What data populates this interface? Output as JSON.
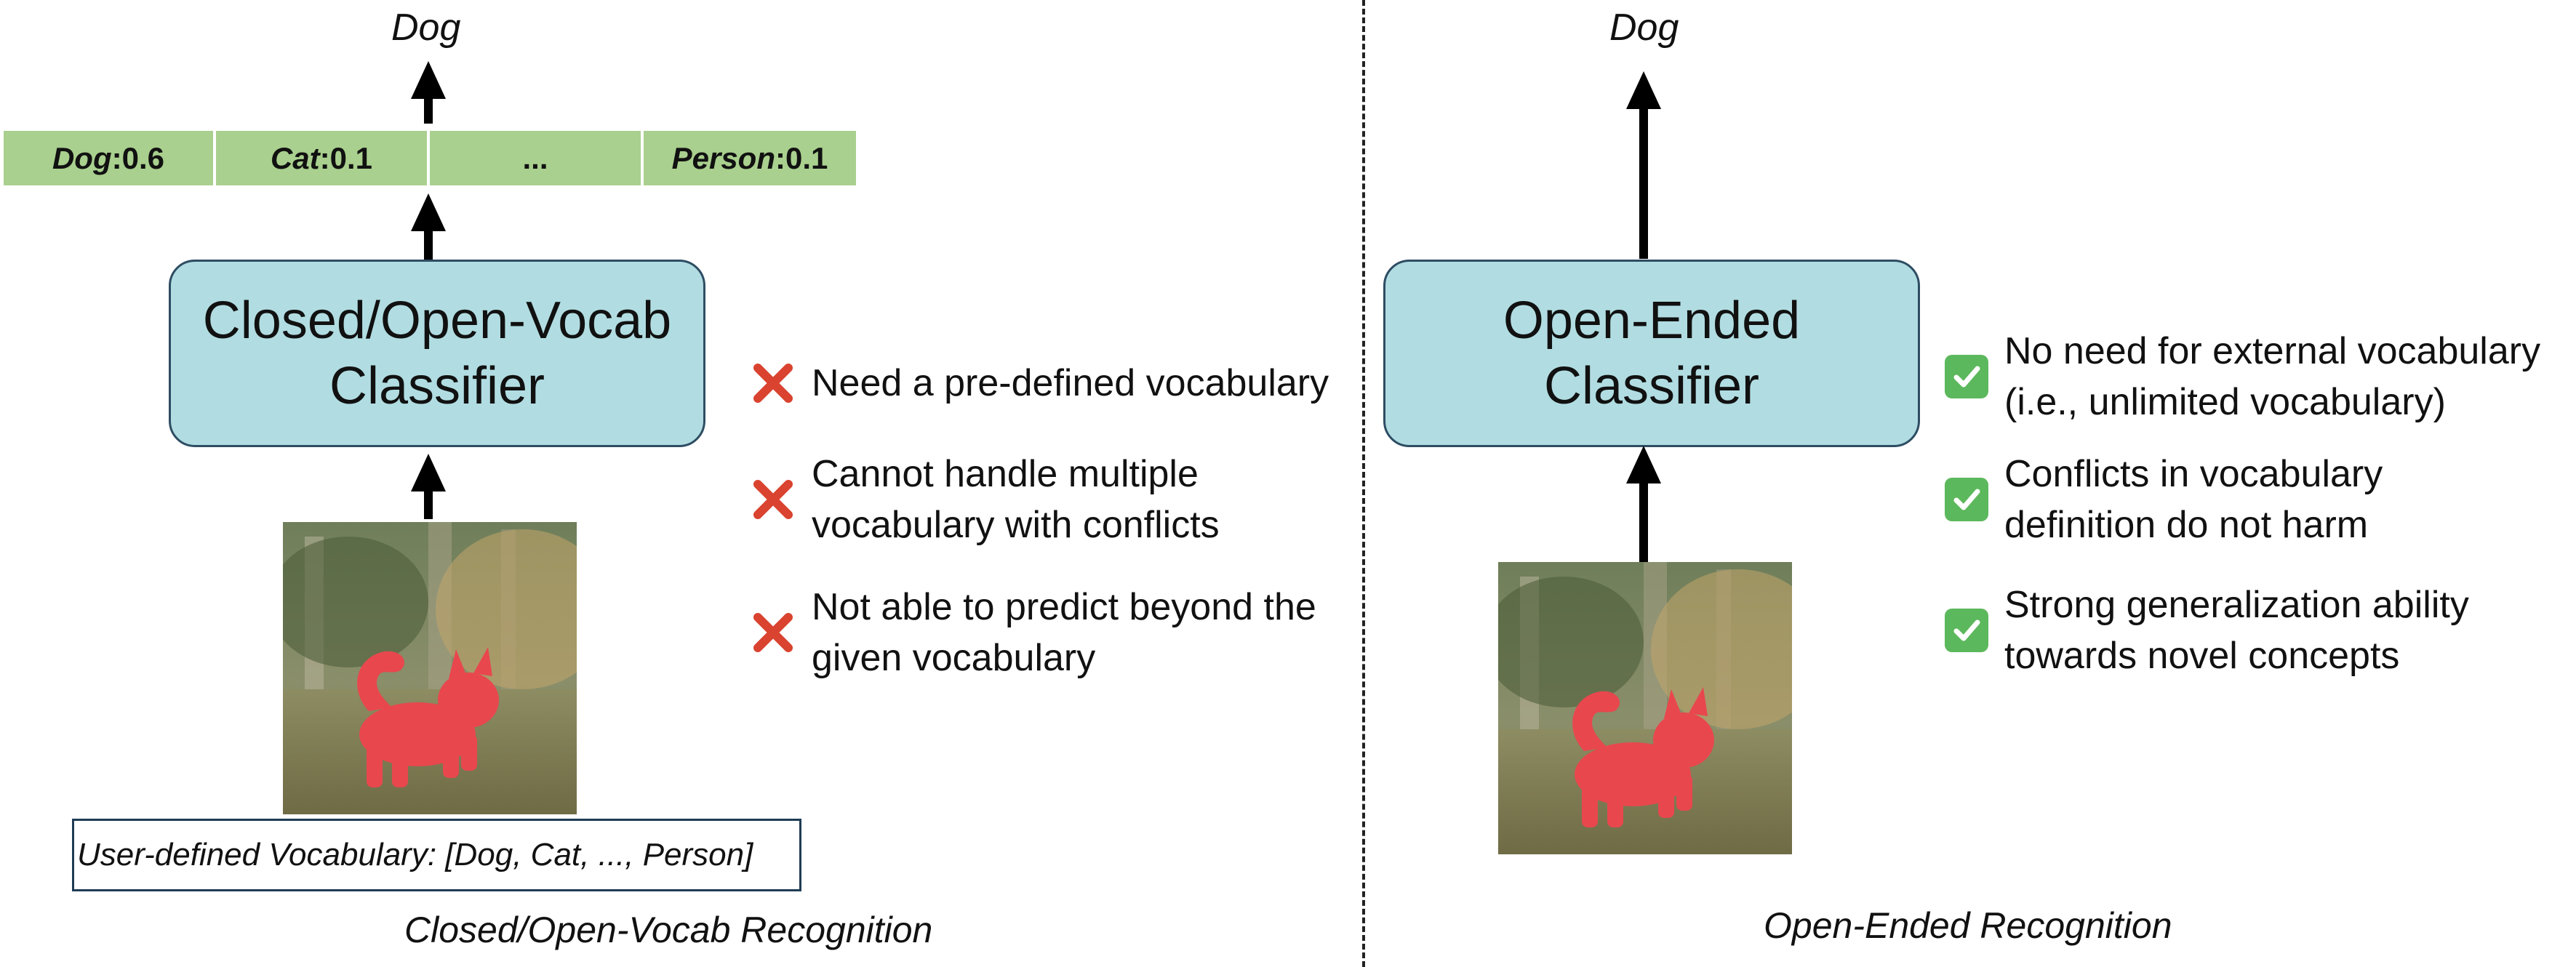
{
  "left": {
    "output_label": "Dog",
    "scores": [
      {
        "name": "Dog",
        "sep": ": ",
        "score": "0.6"
      },
      {
        "name": "Cat",
        "sep": ": ",
        "score": "0.1"
      },
      {
        "name": "",
        "sep": "",
        "score": "..."
      },
      {
        "name": "Person",
        "sep": ": ",
        "score": "0.1"
      }
    ],
    "classifier": {
      "line1": "Closed/Open-Vocab",
      "line2": "Classifier"
    },
    "vocabulary": "User-defined Vocabulary: [Dog, Cat, ..., Person]",
    "caption": "Closed/Open-Vocab Recognition",
    "drawbacks": [
      {
        "line1": "Need a pre-defined vocabulary",
        "line2": ""
      },
      {
        "line1": "Cannot handle multiple",
        "line2": "vocabulary with conflicts"
      },
      {
        "line1": "Not able to predict beyond the",
        "line2": "given vocabulary"
      }
    ],
    "drawback_icon": "cross-mark-icon",
    "drawback_color": "#d9432f"
  },
  "right": {
    "output_label": "Dog",
    "classifier": {
      "line1": "Open-Ended",
      "line2": "Classifier"
    },
    "caption": "Open-Ended Recognition",
    "advantages": [
      {
        "line1": "No need for external vocabulary",
        "line2": "(i.e., unlimited vocabulary)"
      },
      {
        "line1": "Conflicts in vocabulary",
        "line2": "definition do not harm"
      },
      {
        "line1": "Strong generalization ability",
        "line2": "towards novel concepts"
      }
    ],
    "advantage_icon": "check-mark-icon",
    "advantage_color": "#5cb85c"
  },
  "colors": {
    "score_bar": "#a9d08e",
    "classifier_fill": "#b1dde2",
    "classifier_border": "#2e4d63",
    "dog_mask": "#e8474e"
  }
}
